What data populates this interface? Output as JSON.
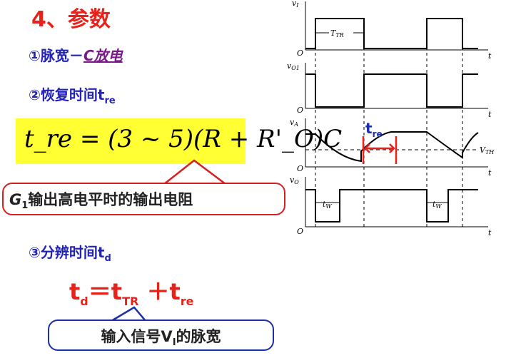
{
  "title": "4、参数",
  "item1": {
    "prefix": "①脉宽－",
    "link": "C放电"
  },
  "item2": {
    "text": "②恢复时间t",
    "sub": "re"
  },
  "formula": {
    "text": "t_re = (3 ~ 5)(R + R'_O)C"
  },
  "callout1": {
    "g": "G",
    "g_sub": "1",
    "text": "输出高电平时的输出电阻"
  },
  "item3": {
    "text": "③分辨时间t",
    "sub": "d"
  },
  "td_formula": {
    "t1": "t",
    "s1": "d",
    "eq": "＝",
    "t2": "t",
    "s2": "TR",
    "plus": " ＋",
    "t3": "t",
    "s3": "re"
  },
  "callout2": {
    "text": "输入信号V",
    "sub": "I",
    "suffix": "的脉宽"
  },
  "waveform": {
    "tre_label": "t",
    "tre_sub": "re",
    "labels": {
      "vi": "vI",
      "vo1": "vO1",
      "va": "vA",
      "vo": "vO",
      "origin": "O",
      "t": "t",
      "ttr": "TTR",
      "vth": "VTH",
      "tw": "tW"
    },
    "colors": {
      "wave": "#000000",
      "marker": "#e8211a"
    }
  }
}
